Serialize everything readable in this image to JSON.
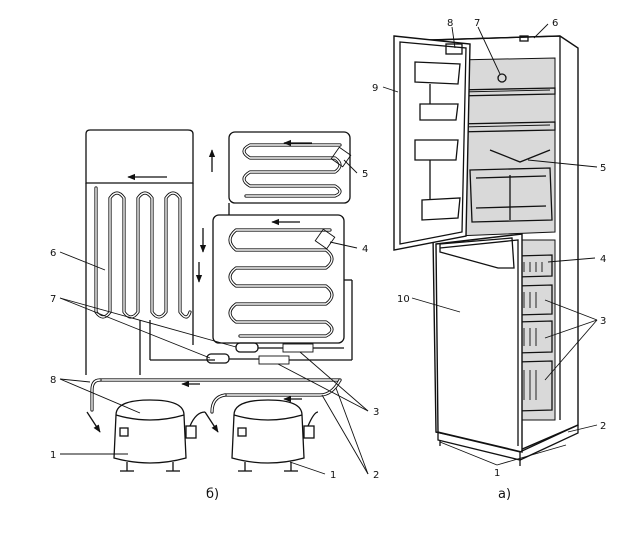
{
  "figure_b": {
    "caption": "б)",
    "callouts": [
      "1",
      "1",
      "2",
      "3",
      "4",
      "5",
      "6",
      "7",
      "8"
    ]
  },
  "figure_a": {
    "caption": "а)",
    "callouts": [
      "1",
      "2",
      "3",
      "4",
      "5",
      "6",
      "7",
      "8",
      "9",
      "10"
    ]
  }
}
